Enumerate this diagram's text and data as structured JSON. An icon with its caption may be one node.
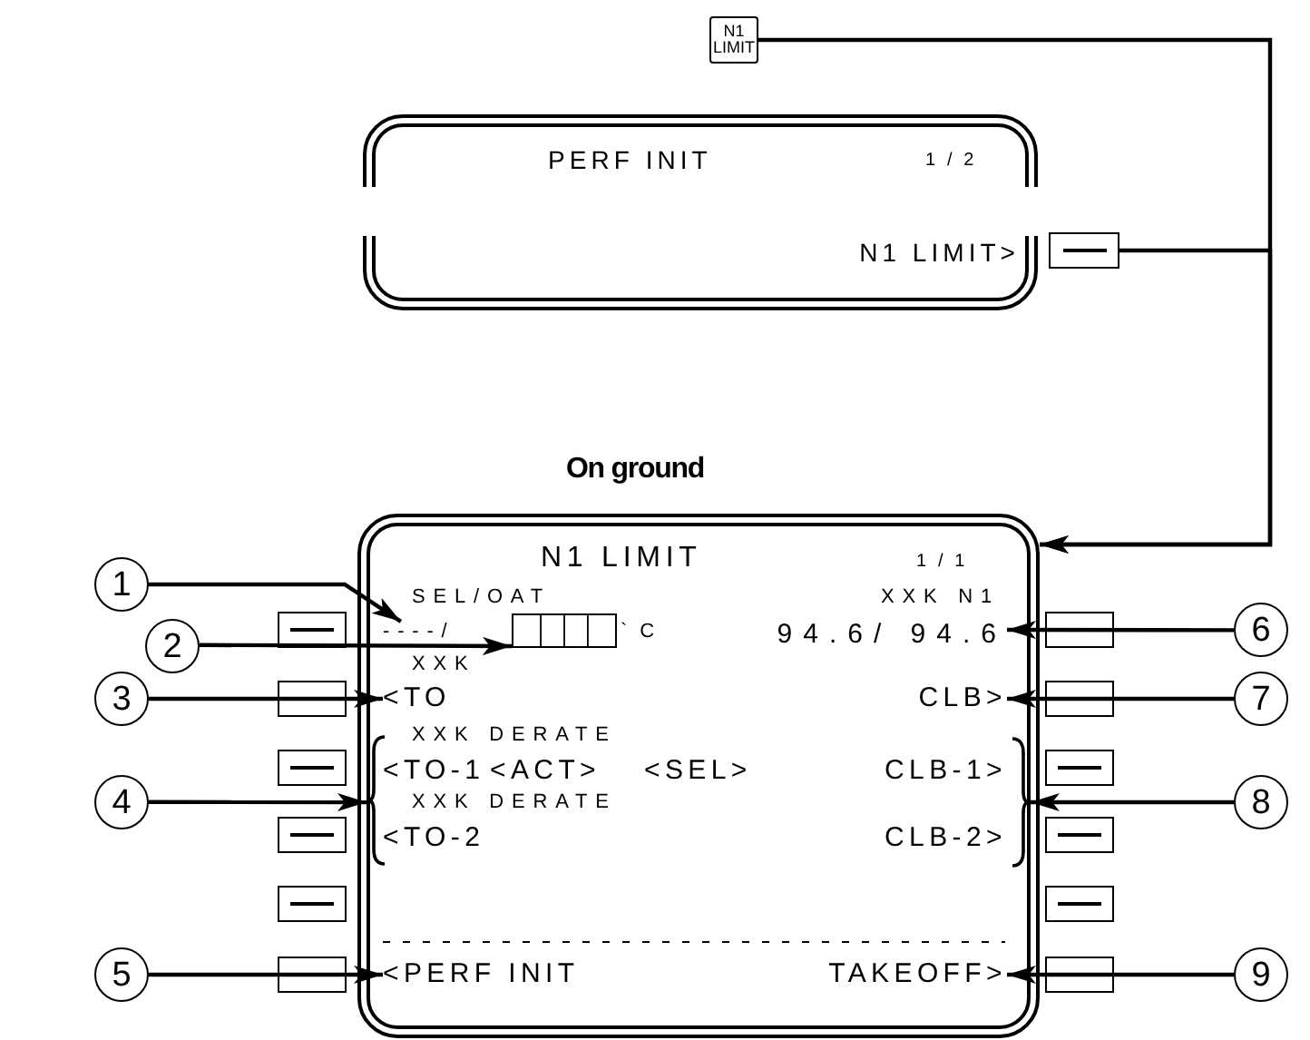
{
  "diagram": {
    "nodes": [
      {
        "text": [
          "N1 LIMIT"
        ]
      },
      {
        "text": [
          "PERF INIT",
          "1 / 2",
          "N1 LIMIT>"
        ]
      },
      {
        "text": [],
        "shape": "box"
      },
      {
        "text": [
          "N1 LIMIT",
          "1 / 1",
          "SEL/OAT",
          "XXK N1",
          "` C",
          "XXK",
          "XXK DERATE",
          "<TO-1",
          "<ACT>",
          "<SEL>",
          "CLB-1>",
          "XXK DERATE",
          "<TO-2",
          "CLB-2>"
        ]
      },
      {
        "text": [
          "----/"
        ],
        "in": 3
      },
      {
        "text": [],
        "shape": "box",
        "in": 3
      },
      {
        "text": [
          "94.6/ 94.6"
        ],
        "in": 3
      },
      {
        "text": [
          "<TO"
        ],
        "in": 3
      },
      {
        "text": [
          "CLB>"
        ],
        "in": 3
      },
      {
        "text": [],
        "shape": "brace",
        "in": 3
      },
      {
        "text": [],
        "shape": "brace",
        "in": 3
      },
      {
        "text": [
          "<PERF INIT"
        ],
        "in": 3
      },
      {
        "text": [
          "TAKEOFF>"
        ],
        "in": 3
      },
      {
        "text": [
          "1"
        ]
      },
      {
        "text": [
          "2"
        ]
      },
      {
        "text": [
          "3"
        ]
      },
      {
        "text": [
          "4"
        ]
      },
      {
        "text": [
          "5"
        ]
      },
      {
        "text": [
          "6"
        ]
      },
      {
        "text": [
          "7"
        ]
      },
      {
        "text": [
          "8"
        ]
      },
      {
        "text": [
          "9"
        ]
      }
    ],
    "edges": [
      {
        "from": 0,
        "to": 3,
        "arrow": "to"
      },
      {
        "from": 2,
        "to": 3,
        "arrow": "to"
      },
      {
        "from": 13,
        "to": 4,
        "arrow": "to"
      },
      {
        "from": 14,
        "to": 5,
        "arrow": "to"
      },
      {
        "from": 15,
        "to": 7,
        "arrow": "to"
      },
      {
        "from": 16,
        "to": 9,
        "arrow": "to"
      },
      {
        "from": 17,
        "to": 11,
        "arrow": "to"
      },
      {
        "from": 18,
        "to": 6,
        "arrow": "to"
      },
      {
        "from": 19,
        "to": 8,
        "arrow": "to"
      },
      {
        "from": 20,
        "to": 10,
        "arrow": "to"
      },
      {
        "from": 21,
        "to": 12,
        "arrow": "to"
      }
    ],
    "labels": [
      "On ground"
    ]
  }
}
